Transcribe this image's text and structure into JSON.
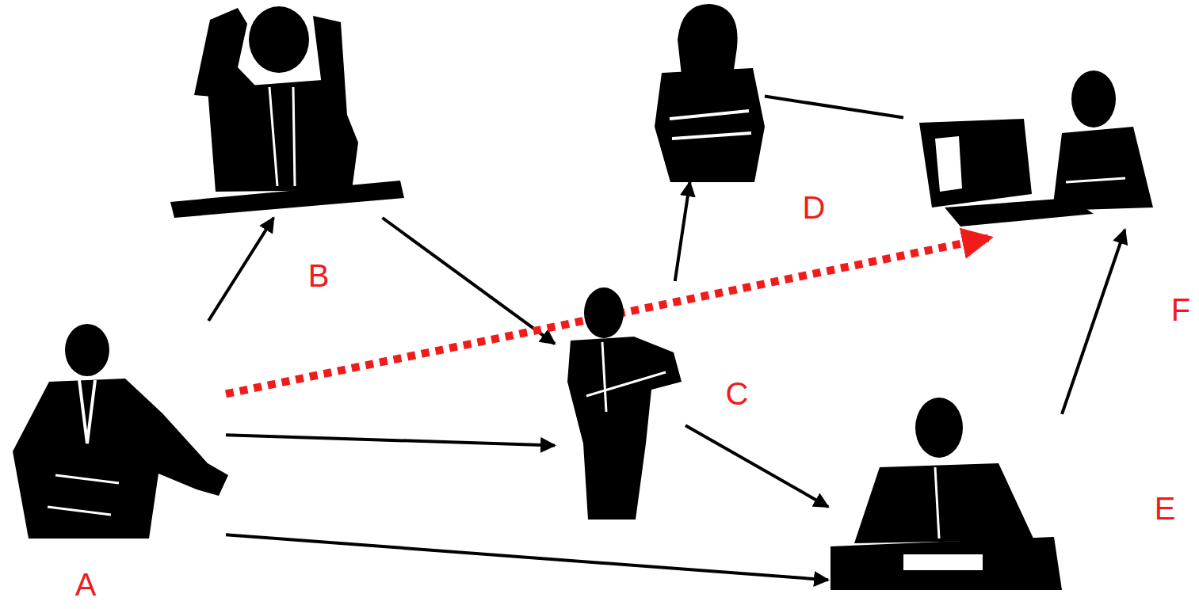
{
  "diagram": {
    "nodes": [
      {
        "text": [
          "A"
        ]
      },
      {
        "text": [
          "B"
        ]
      },
      {
        "text": [
          "C"
        ]
      },
      {
        "text": [
          "D"
        ]
      },
      {
        "text": [
          "E"
        ]
      },
      {
        "text": [
          "F"
        ]
      }
    ],
    "edges": [
      {
        "from": 0,
        "to": 1,
        "arrow": "to"
      },
      {
        "from": 0,
        "to": 2,
        "arrow": "to"
      },
      {
        "from": 0,
        "to": 4,
        "arrow": "to"
      },
      {
        "from": 1,
        "to": 2,
        "arrow": "to"
      },
      {
        "from": 2,
        "to": 3,
        "arrow": "to"
      },
      {
        "from": 2,
        "to": 4,
        "arrow": "to"
      },
      {
        "from": 3,
        "to": 5,
        "arrow": "none"
      },
      {
        "from": 4,
        "to": 5,
        "arrow": "to"
      },
      {
        "from": 0,
        "to": 5,
        "arrow": "to"
      }
    ]
  }
}
